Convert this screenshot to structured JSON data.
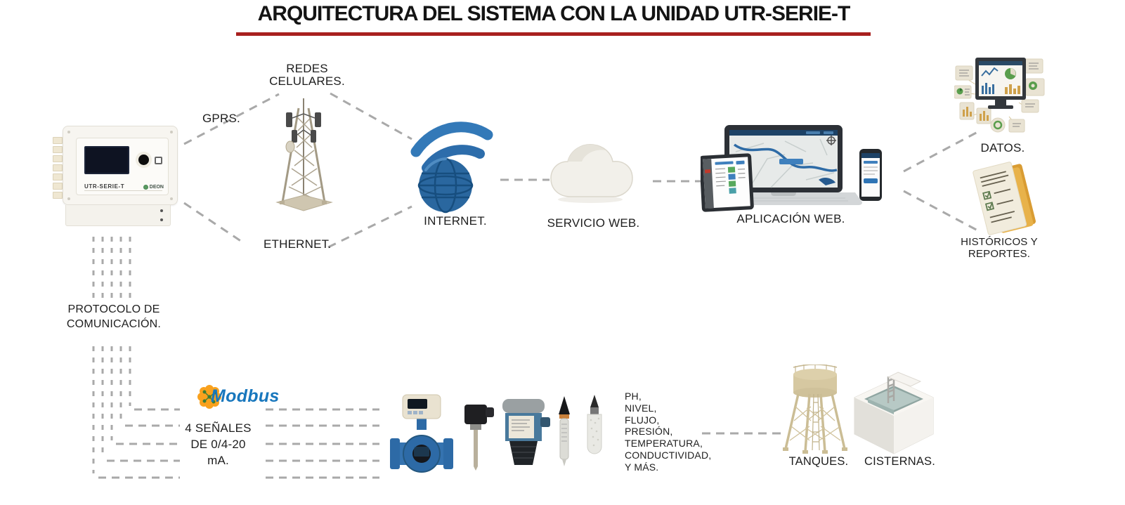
{
  "title": "ARQUITECTURA DEL SISTEMA CON LA UNIDAD UTR-SERIE-T",
  "colors": {
    "accent_red": "#a8201f",
    "dashed_gray": "#a9a9a9",
    "internet_blue": "#2a679f",
    "modbus_orange": "#f9a11d",
    "modbus_blue": "#1877bd",
    "water_teal": "#b7c9c5",
    "tank_tan": "#d6c8a1"
  },
  "device": {
    "model": "UTR-SERIE-T",
    "brand": "DEON"
  },
  "network": {
    "gprs": "GPRS.",
    "redes_celulares": [
      "REDES",
      "CELULARES."
    ],
    "ethernet": "ETHERNET.",
    "internet": "INTERNET.",
    "servicio_web": "SERVICIO WEB.",
    "aplicacion_web": "APLICACIÓN WEB."
  },
  "outputs": {
    "datos": "DATOS.",
    "historicos": [
      "HISTÓRICOS Y",
      "REPORTES."
    ]
  },
  "field": {
    "protocolo": [
      "PROTOCOLO DE",
      "COMUNICACIÓN."
    ],
    "modbus": "Modbus",
    "senales": [
      "4 SEÑALES",
      "DE 0/4-20",
      "mA."
    ],
    "medidas": [
      "PH,",
      "NIVEL,",
      "FLUJO,",
      "PRESIÓN,",
      "TEMPERATURA,",
      "CONDUCTIVIDAD,",
      "Y MÁS."
    ],
    "tanques": "TANQUES.",
    "cisternas": "CISTERNAS."
  }
}
